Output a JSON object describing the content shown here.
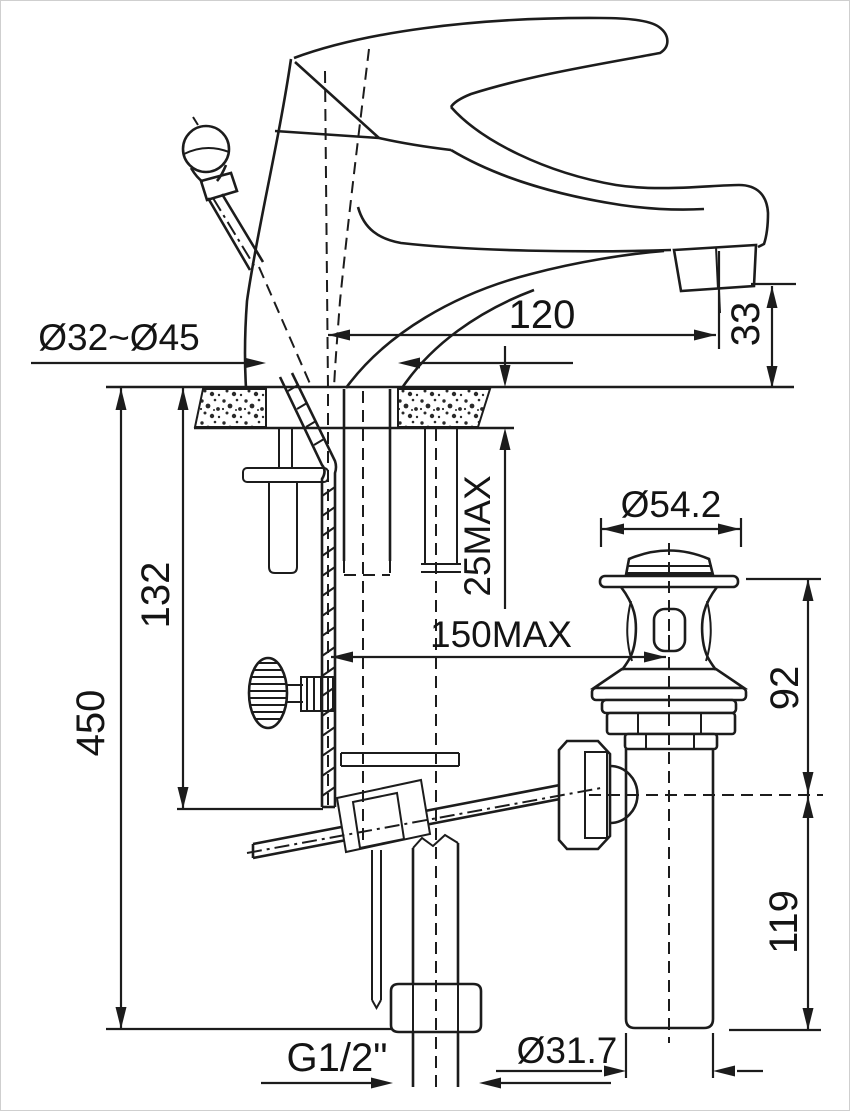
{
  "colors": {
    "background": "#ffffff",
    "ink": "#1c1c1c",
    "frame": "#cfcfcf"
  },
  "drawing": {
    "kind": "technical-dimension-drawing",
    "subject": "single-lever basin mixer faucet with pop-up waste drain",
    "dims": {
      "hole": "Ø32~Ø45",
      "reach": "120",
      "spout_height": "33",
      "under_deck": "132",
      "total_height": "450",
      "deck_thickness": "25MAX",
      "drain_offset": "150MAX",
      "flange_dia": "Ø54.2",
      "drain_body": "92",
      "tailpiece": "119",
      "thread": "G1/2\"",
      "tail_dia": "Ø31.7"
    }
  }
}
